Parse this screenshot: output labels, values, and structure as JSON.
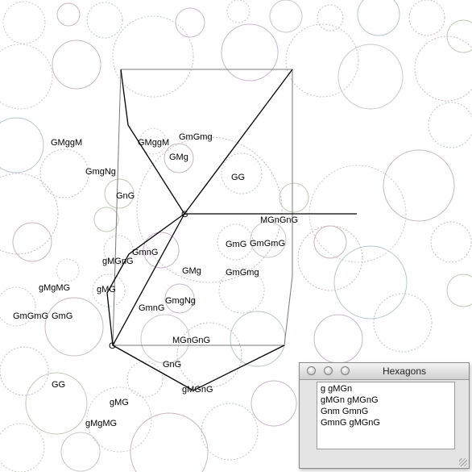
{
  "labels": [
    "GMggM",
    "GMggM",
    "GmGmg",
    "GMg",
    "GmgNg",
    "GnG",
    "GG",
    "MGnGnG",
    "GmG",
    "GmGmG",
    "GmnG",
    "gMGnG",
    "GMg",
    "GmGmg",
    "gMgMG",
    "gMG",
    "GmgNg",
    "GmnG",
    "GmGmG",
    "GmG",
    "MGnGnG",
    "GnG",
    "gMGnG",
    "GG",
    "gMG",
    "gMgMG"
  ],
  "window": {
    "title": "Hexagons",
    "lines": [
      "g gMGn",
      "gMGn gMGnG",
      "Gnm GmnG",
      "GmnG gMGnG"
    ]
  },
  "colors": {
    "background": "#ffffff",
    "faint_circle": "#b9b9b9",
    "stroke": "#000000",
    "box": "#7a7a7a"
  }
}
